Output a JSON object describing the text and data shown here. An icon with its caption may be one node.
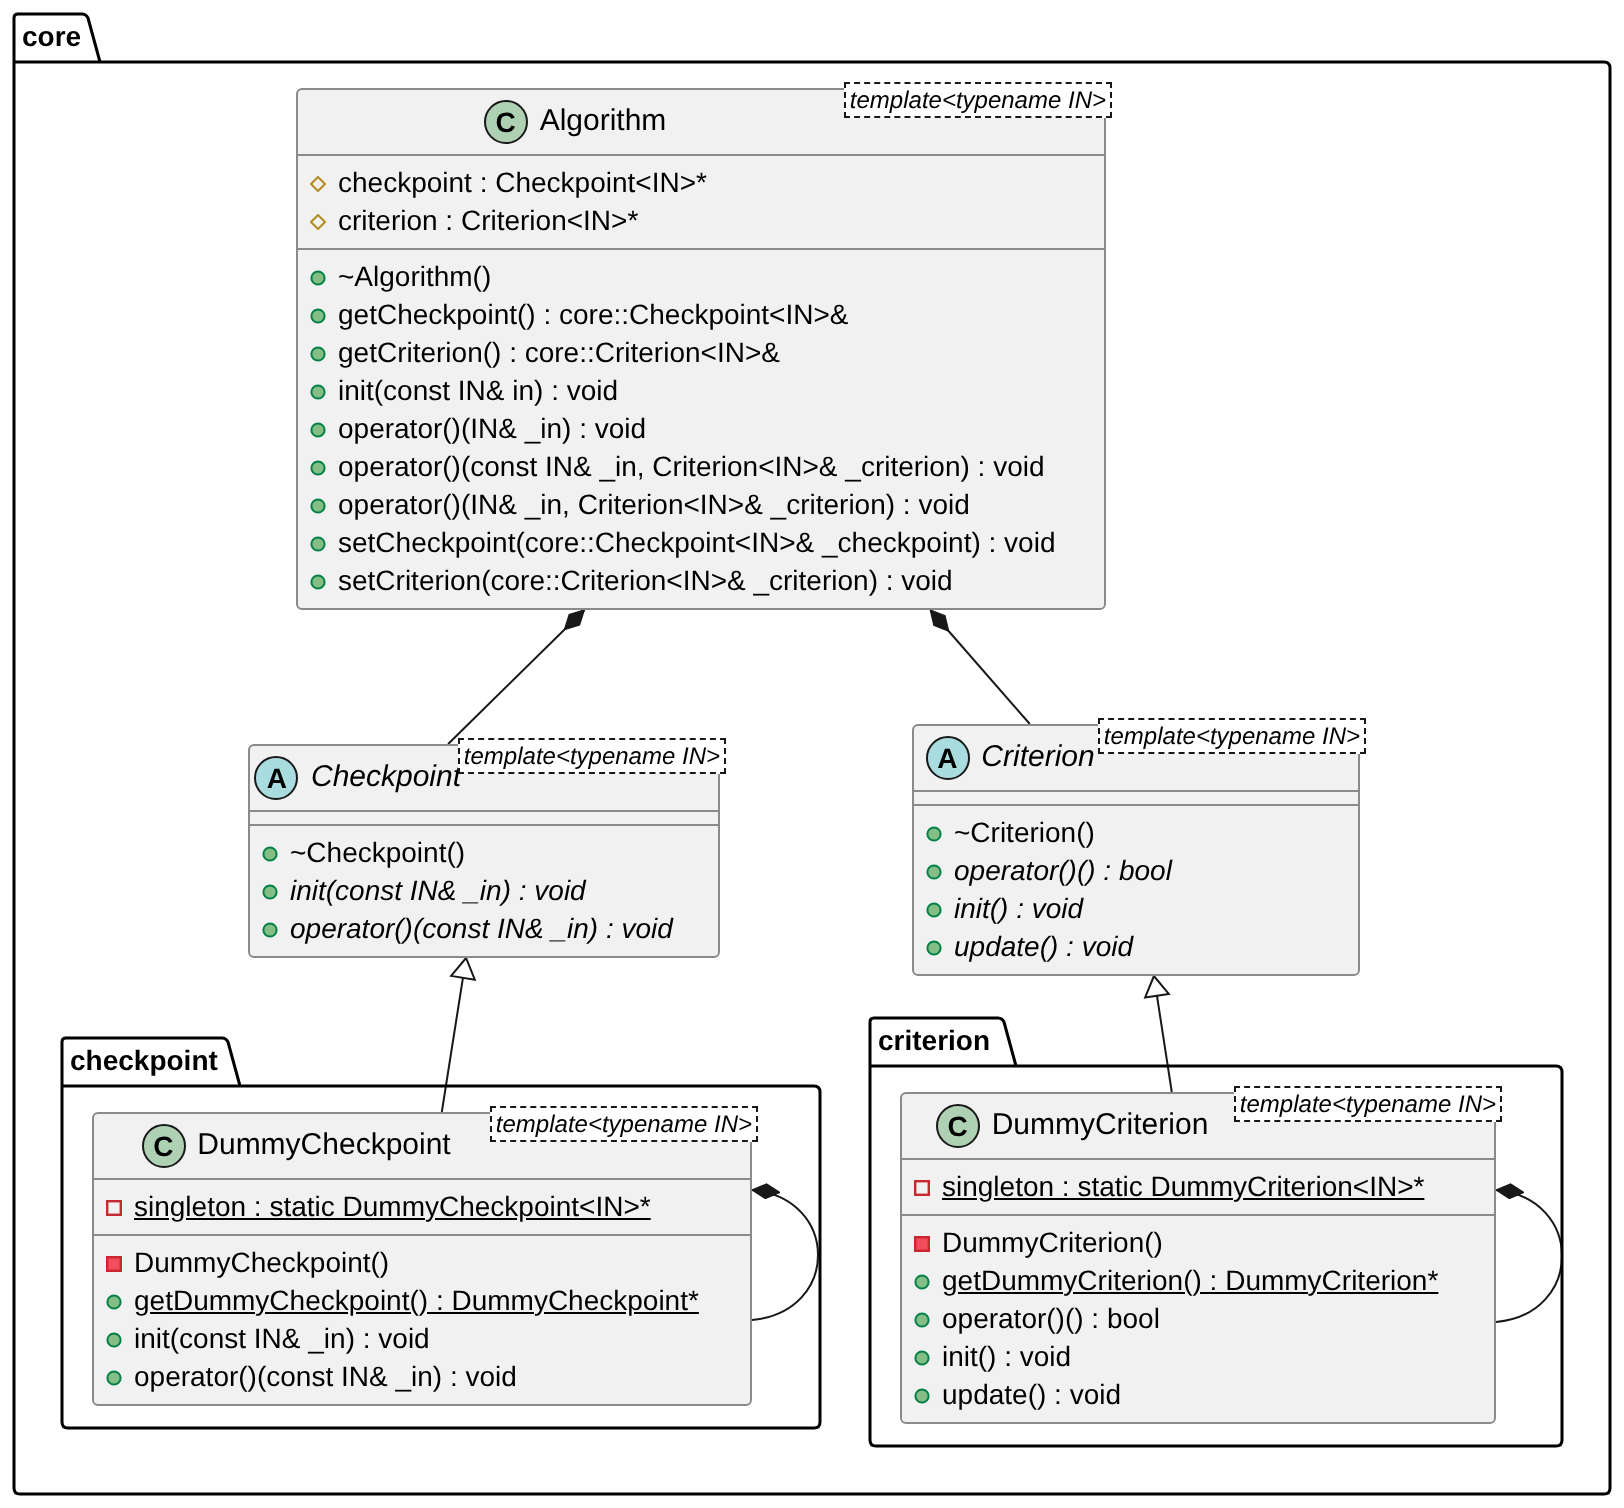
{
  "diagram": {
    "nodes": [
      {
        "text": [
          "core"
        ]
      },
      {
        "text": [
          "C",
          "Algorithm",
          "template<typename IN>",
          "checkpoint : Checkpoint<IN>*",
          "criterion : Criterion<IN>*",
          "~Algorithm()",
          "getCheckpoint() : core::Checkpoint<IN>&",
          "getCriterion() : core::Criterion<IN>&",
          "init(const IN& in) : void",
          "operator()(IN& _in) : void",
          "operator()(const IN& _in, Criterion<IN>& _criterion) : void",
          "operator()(IN& _in, Criterion<IN>& _criterion) : void",
          "setCheckpoint(core::Checkpoint<IN>& _checkpoint) : void",
          "setCriterion(core::Criterion<IN>& _criterion) : void"
        ],
        "in": 0
      },
      {
        "text": [
          "A",
          "Checkpoint",
          "template<typename IN>",
          "~Checkpoint()",
          "init(const IN& _in) : void",
          "operator()(const IN& _in) : void"
        ],
        "in": 0
      },
      {
        "text": [
          "A",
          "Criterion",
          "template<typename IN>",
          "~Criterion()",
          "operator()() : bool",
          "init() : void",
          "update() : void"
        ],
        "in": 0
      },
      {
        "text": [
          "checkpoint"
        ],
        "in": 0
      },
      {
        "text": [
          "C",
          "DummyCheckpoint",
          "template<typename IN>",
          "singleton : static DummyCheckpoint<IN>*",
          "DummyCheckpoint()",
          "getDummyCheckpoint() : DummyCheckpoint*",
          "init(const IN& _in) : void",
          "operator()(const IN& _in) : void"
        ],
        "in": 4
      },
      {
        "text": [
          "criterion"
        ],
        "in": 0
      },
      {
        "text": [
          "C",
          "DummyCriterion",
          "template<typename IN>",
          "singleton : static DummyCriterion<IN>*",
          "DummyCriterion()",
          "getDummyCriterion() : DummyCriterion*",
          "operator()() : bool",
          "init() : void",
          "update() : void"
        ],
        "in": 6
      }
    ],
    "edges": [
      {
        "from": 1,
        "to": 2,
        "arrow": "other"
      },
      {
        "from": 1,
        "to": 3,
        "arrow": "other"
      },
      {
        "from": 5,
        "to": 2,
        "arrow": "to"
      },
      {
        "from": 7,
        "to": 3,
        "arrow": "to"
      },
      {
        "from": 5,
        "to": 5,
        "arrow": "other"
      },
      {
        "from": 7,
        "to": 7,
        "arrow": "other"
      }
    ]
  }
}
